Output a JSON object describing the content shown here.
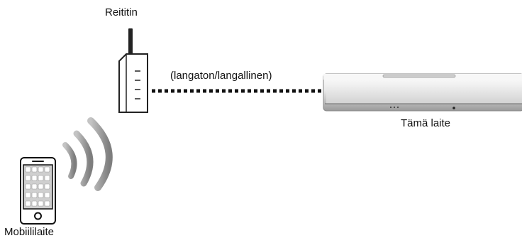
{
  "labels": {
    "router": "Reititin",
    "connection": "(langaton/langallinen)",
    "device": "Tämä laite",
    "mobile": "Mobiililaite"
  },
  "icons": {
    "router": "router-icon",
    "antenna": "antenna-icon",
    "soundbar": "soundbar-icon",
    "phone": "smartphone-icon",
    "wireless": "wireless-signal-icon",
    "link": "dotted-link-line"
  },
  "colors": {
    "line": "#111111",
    "signal": "#9a9a9a",
    "device_light": "#e6e6e6",
    "device_dark": "#7a7a7a"
  }
}
